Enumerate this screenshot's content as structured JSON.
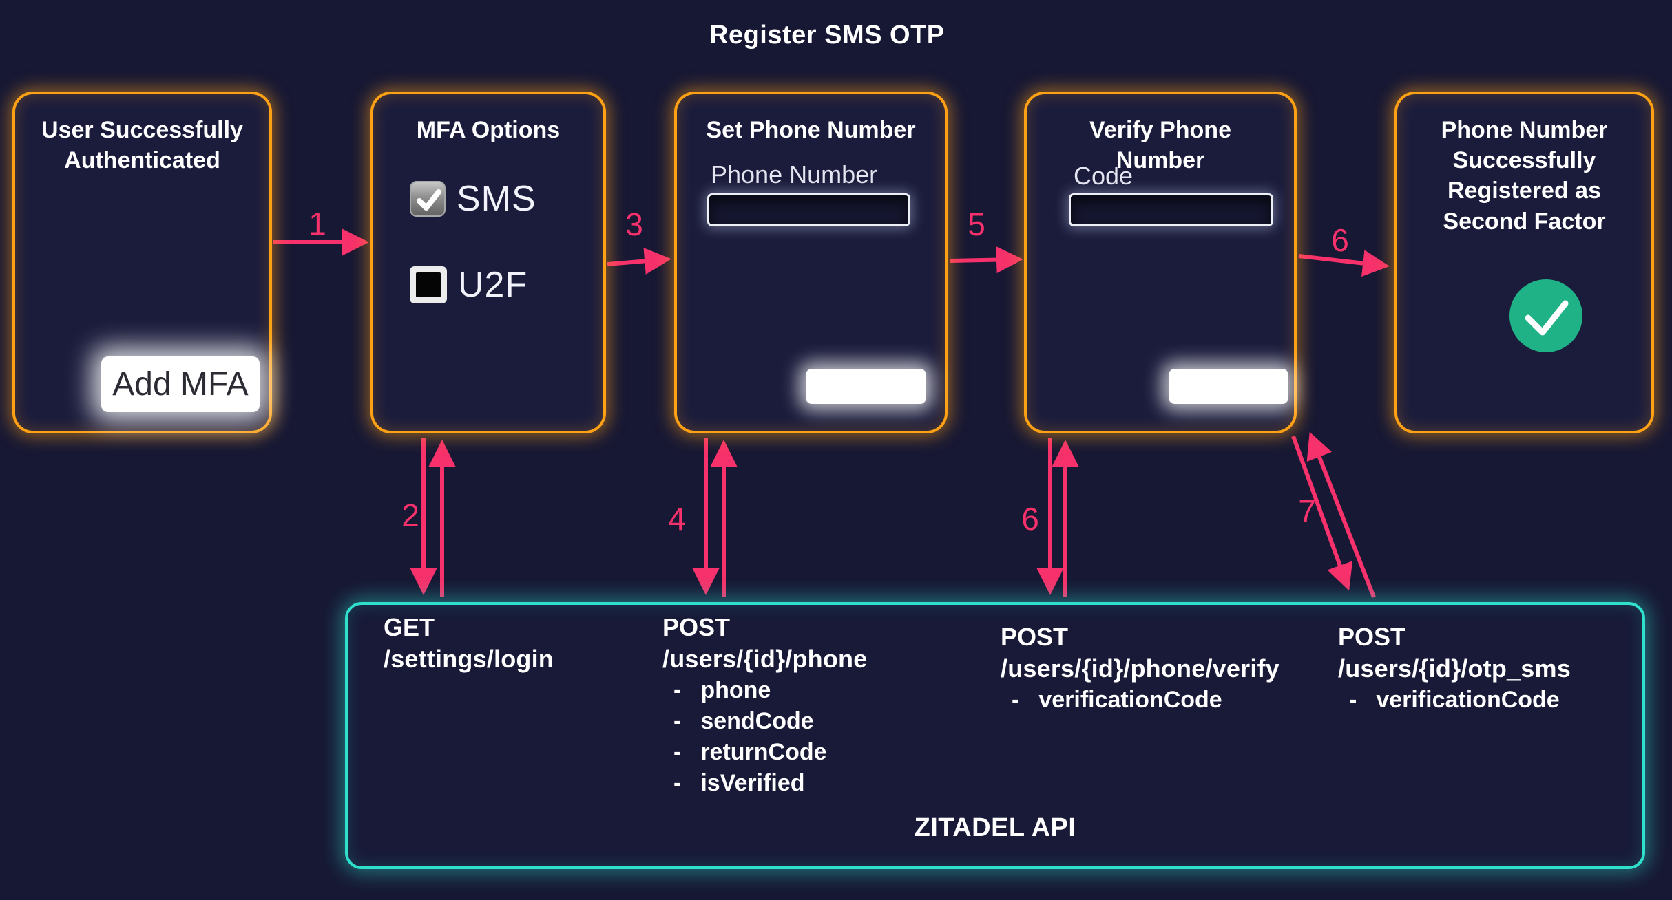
{
  "page": {
    "title": "Register SMS OTP"
  },
  "colors": {
    "background": "#171834",
    "accent_orange": "#ffa114",
    "accent_pink": "#f6316b",
    "accent_teal": "#2fe1cd",
    "success_green": "#1fb287"
  },
  "boxes": [
    {
      "title": "User Successfully Authenticated",
      "button_label": "Add MFA"
    },
    {
      "title": "MFA Options",
      "options": [
        {
          "label": "SMS",
          "checked": true
        },
        {
          "label": "U2F",
          "checked": false
        }
      ]
    },
    {
      "title": "Set Phone Number",
      "field_label": "Phone Number",
      "field_value": "",
      "button_label": ""
    },
    {
      "title": "Verify Phone Number",
      "field_label": "Code",
      "field_value": "",
      "button_label": ""
    },
    {
      "title": "Phone Number Successfully Registered as Second Factor"
    }
  ],
  "icons": {
    "sms_checkbox": "checkbox-checked",
    "u2f_checkbox": "checkbox-unchecked",
    "success": "check-circle"
  },
  "steps": [
    {
      "label": "1"
    },
    {
      "label": "2"
    },
    {
      "label": "3"
    },
    {
      "label": "4"
    },
    {
      "label": "5"
    },
    {
      "label": "6"
    },
    {
      "label": "6"
    },
    {
      "label": "7"
    }
  ],
  "api": {
    "title": "ZITADEL API",
    "bullet": "-",
    "endpoints": [
      {
        "method": "GET",
        "path": "/settings/login",
        "params": []
      },
      {
        "method": "POST",
        "path": "/users/{id}/phone",
        "params": [
          "phone",
          "sendCode",
          "returnCode",
          "isVerified"
        ]
      },
      {
        "method": "POST",
        "path": "/users/{id}/phone/verify",
        "params": [
          "verificationCode"
        ]
      },
      {
        "method": "POST",
        "path": "/users/{id}/otp_sms",
        "params": [
          "verificationCode"
        ]
      }
    ]
  }
}
